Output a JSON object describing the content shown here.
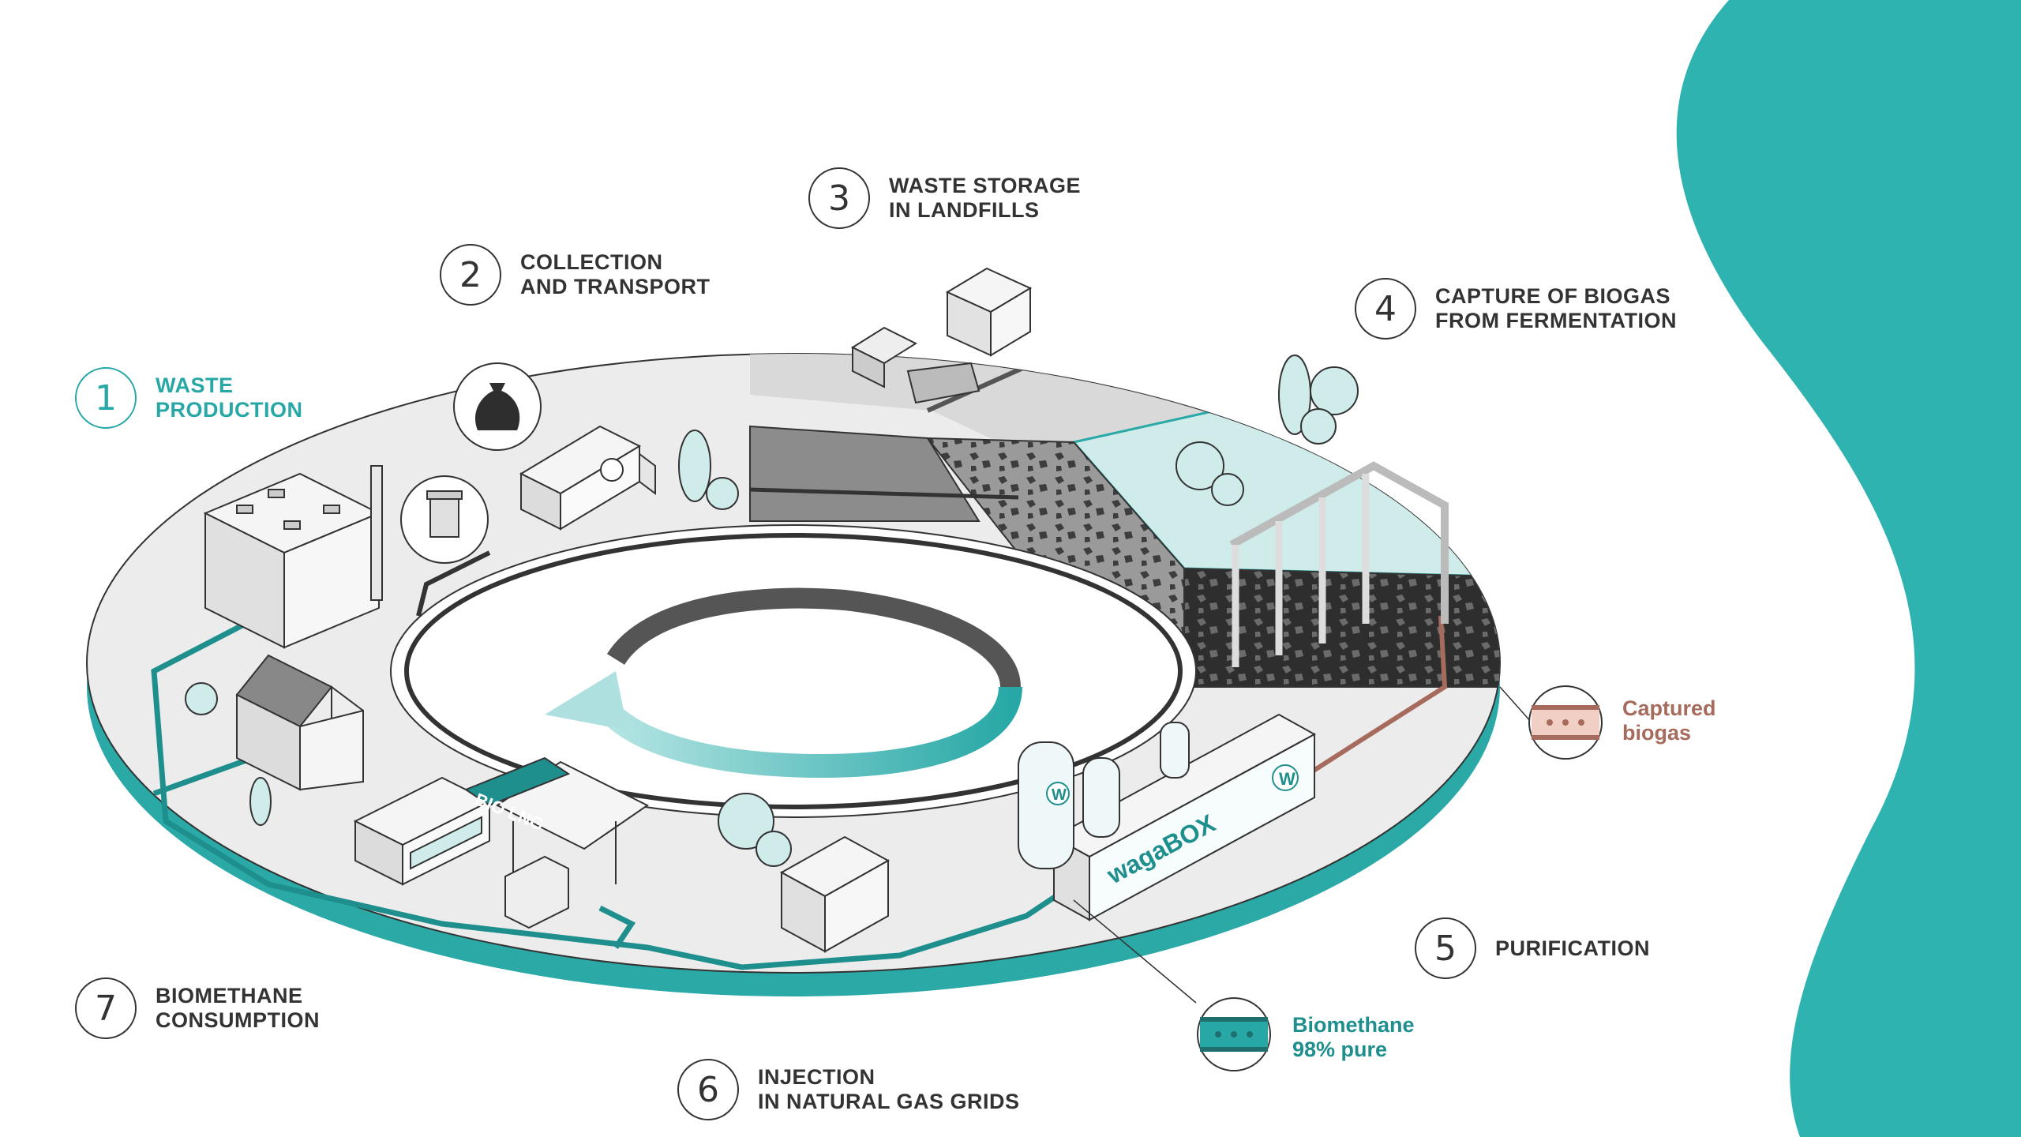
{
  "steps": [
    {
      "number": "1",
      "label_line1": "WASTE",
      "label_line2": "PRODUCTION"
    },
    {
      "number": "2",
      "label_line1": "COLLECTION",
      "label_line2": "AND TRANSPORT"
    },
    {
      "number": "3",
      "label_line1": "WASTE STORAGE",
      "label_line2": "IN LANDFILLS"
    },
    {
      "number": "4",
      "label_line1": "CAPTURE OF BIOGAS",
      "label_line2": "FROM FERMENTATION"
    },
    {
      "number": "5",
      "label_line1": "PURIFICATION",
      "label_line2": ""
    },
    {
      "number": "6",
      "label_line1": "INJECTION",
      "label_line2": "IN NATURAL GAS GRIDS"
    },
    {
      "number": "7",
      "label_line1": "BIOMETHANE",
      "label_line2": "CONSUMPTION"
    }
  ],
  "callouts": {
    "captured_biogas": {
      "line1": "Captured",
      "line2": "biogas"
    },
    "biomethane": {
      "line1": "Biomethane",
      "line2": "98% pure"
    }
  },
  "scene": {
    "station_sign": "BIO LNG",
    "unit_brand": "wagaBOX",
    "unit_logo_letter": "W"
  },
  "colors": {
    "accent": "#27a8a6",
    "accent_dark": "#1f8f8e",
    "biogas": "#a66b5c",
    "text": "#333333"
  }
}
